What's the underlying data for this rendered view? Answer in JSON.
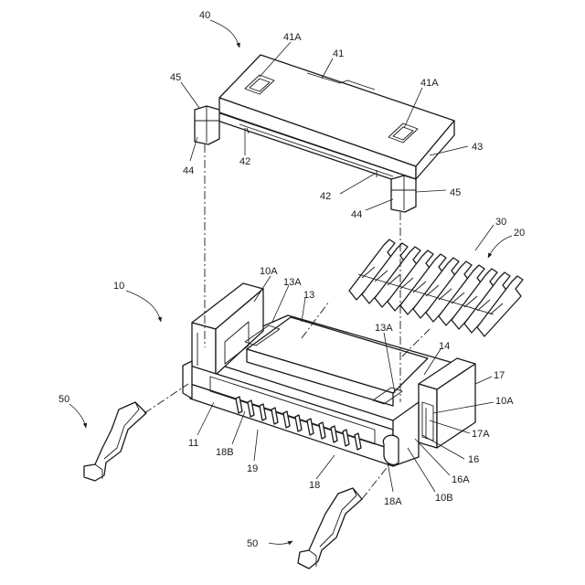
{
  "labels": {
    "l40": "40",
    "l41": "41",
    "l41a_left": "41A",
    "l41a_right": "41A",
    "l45_left": "45",
    "l45_right": "45",
    "l44_left": "44",
    "l44_right": "44",
    "l42_left": "42",
    "l42_right": "42",
    "l43": "43",
    "l30": "30",
    "l20": "20",
    "l10": "10",
    "l10a_left": "10A",
    "l10a_right": "10A",
    "l13a_left": "13A",
    "l13a_right": "13A",
    "l13": "13",
    "l14": "14",
    "l17": "17",
    "l17a": "17A",
    "l16": "16",
    "l16a": "16A",
    "l10b": "10B",
    "l18a": "18A",
    "l18": "18",
    "l19": "19",
    "l18b": "18B",
    "l11": "11",
    "l50_left": "50",
    "l50_bottom": "50"
  }
}
